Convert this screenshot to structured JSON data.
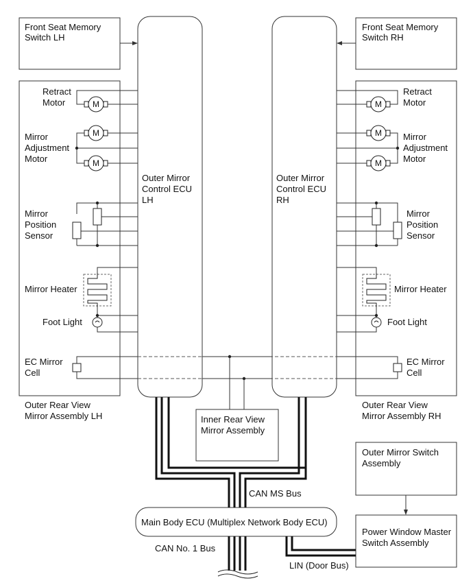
{
  "components": {
    "front_seat_lh": [
      "Front Seat Memory",
      "Switch LH"
    ],
    "front_seat_rh": [
      "Front Seat Memory",
      "Switch RH"
    ],
    "ecu_lh": [
      "Outer Mirror",
      "Control ECU",
      "LH"
    ],
    "ecu_rh": [
      "Outer Mirror",
      "Control ECU",
      "RH"
    ],
    "mirror_assy_lh": [
      "Outer Rear View",
      "Mirror Assembly LH"
    ],
    "mirror_assy_rh": [
      "Outer Rear View",
      "Mirror Assembly RH"
    ],
    "inner_mirror": [
      "Inner Rear View",
      "Mirror Assembly"
    ],
    "main_body_ecu": "Main Body ECU (Multiplex Network Body ECU)",
    "outer_mirror_switch": [
      "Outer Mirror Switch",
      "Assembly"
    ],
    "pw_master_switch": [
      "Power Window Master",
      "Switch Assembly"
    ]
  },
  "parts": {
    "retract_motor": [
      "Retract",
      "Motor"
    ],
    "adjust_motor": [
      "Mirror",
      "Adjustment",
      "Motor"
    ],
    "position_sensor": [
      "Mirror",
      "Position",
      "Sensor"
    ],
    "mirror_heater": "Mirror Heater",
    "foot_light": "Foot Light",
    "ec_mirror_cell": [
      "EC Mirror",
      "Cell"
    ],
    "motor_symbol": "M"
  },
  "buses": {
    "can_ms": "CAN MS Bus",
    "can_no1": "CAN No. 1 Bus",
    "lin": "LIN (Door Bus)"
  }
}
